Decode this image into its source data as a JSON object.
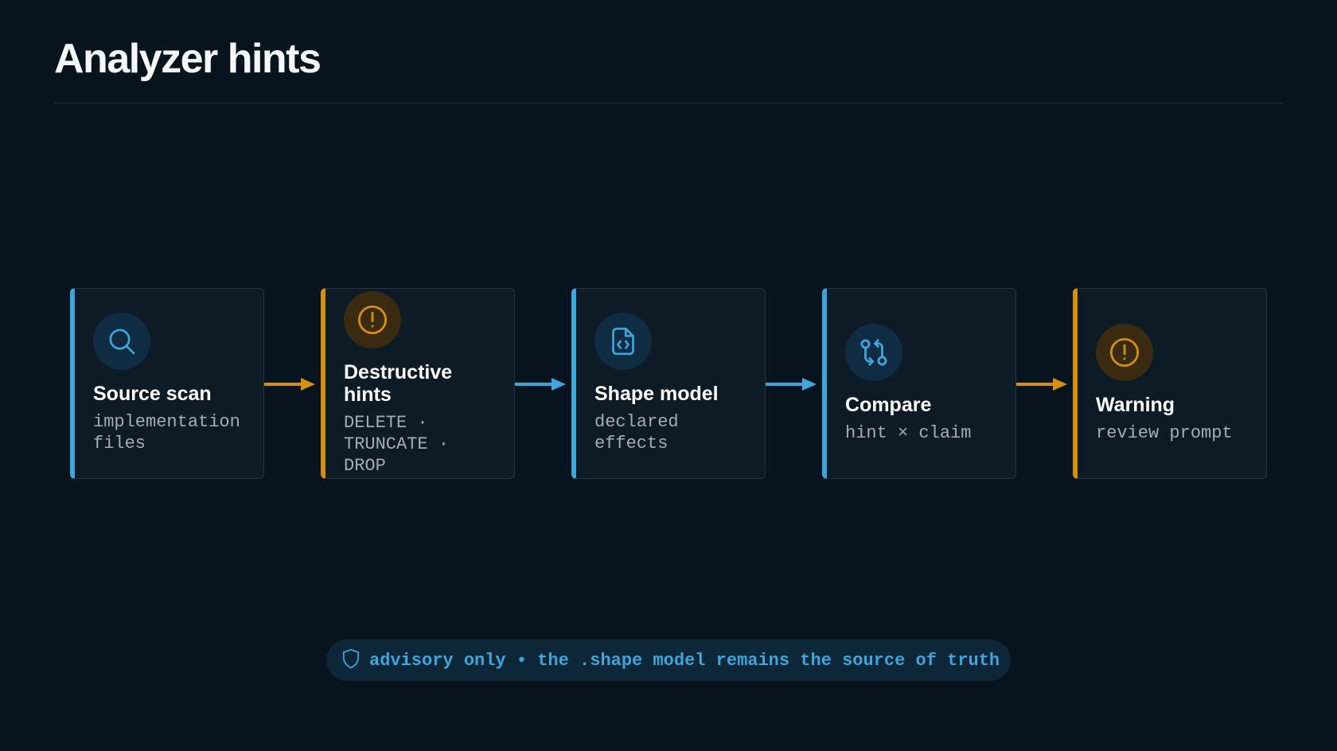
{
  "page": {
    "title": "Analyzer hints"
  },
  "colors": {
    "background": "#07141d",
    "blue_accent": "#3fa6dc",
    "amber_accent": "#d4900f",
    "card_bg": "#0d1b27"
  },
  "steps": [
    {
      "title": "Source scan",
      "subtitle": "implementation files",
      "accent": "blue",
      "icon": "search-icon"
    },
    {
      "title": "Destructive hints",
      "subtitle": "DELETE · TRUNCATE · DROP",
      "accent": "amber",
      "icon": "alert-circle-icon"
    },
    {
      "title": "Shape model",
      "subtitle": "declared effects",
      "accent": "blue",
      "icon": "file-code-icon"
    },
    {
      "title": "Compare",
      "subtitle": "hint × claim",
      "accent": "blue",
      "icon": "compare-icon"
    },
    {
      "title": "Warning",
      "subtitle": "review prompt",
      "accent": "amber",
      "icon": "alert-circle-icon"
    }
  ],
  "connectors": [
    {
      "from": "Source scan",
      "to": "Destructive hints",
      "color": "amber"
    },
    {
      "from": "Destructive hints",
      "to": "Shape model",
      "color": "blue"
    },
    {
      "from": "Shape model",
      "to": "Compare",
      "color": "blue"
    },
    {
      "from": "Compare",
      "to": "Warning",
      "color": "amber"
    }
  ],
  "footer": {
    "icon": "shield-icon",
    "text": "advisory only • the .shape model remains the source of truth"
  }
}
